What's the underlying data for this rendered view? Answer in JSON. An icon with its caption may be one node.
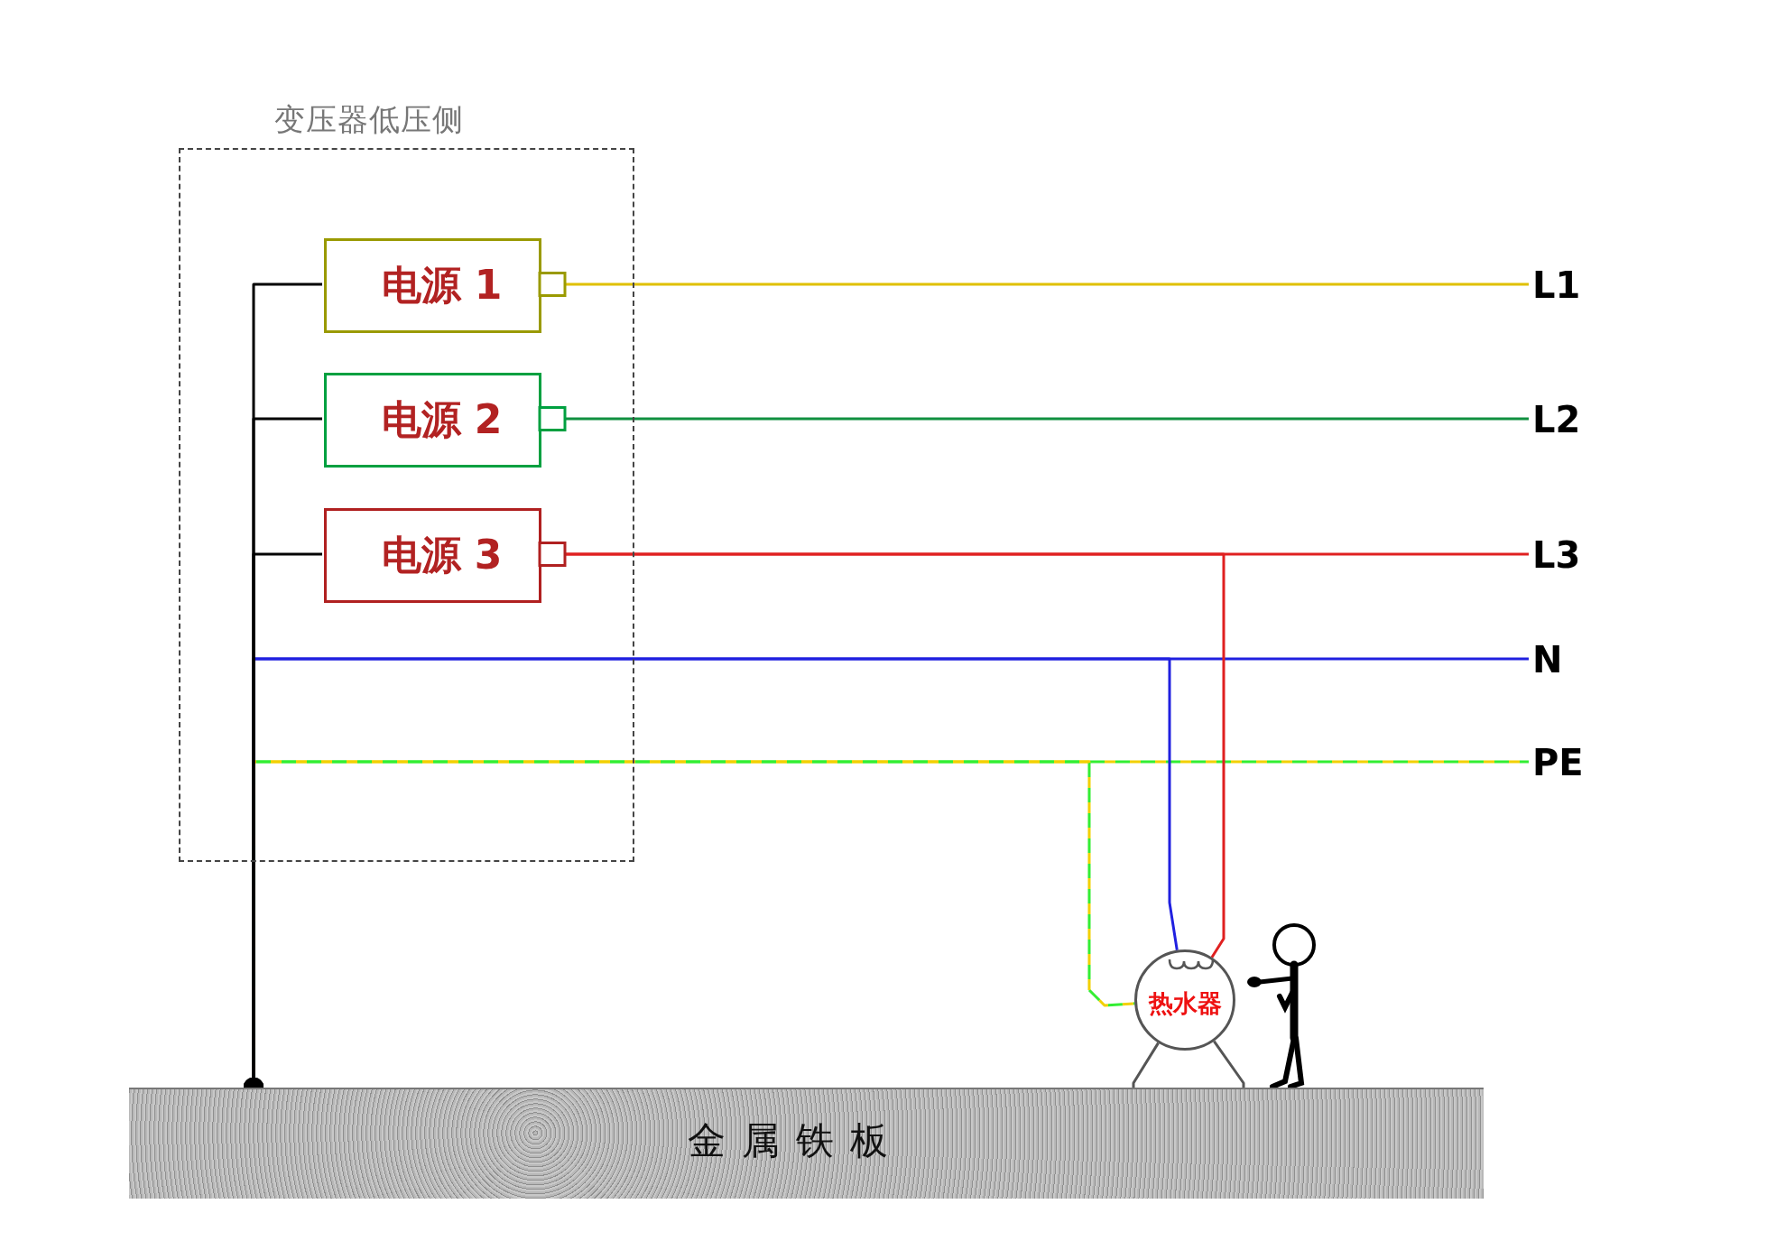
{
  "diagram": {
    "nodes": [
      {
        "text": [
          "变压器低压侧"
        ]
      },
      {
        "text": [
          "电源 1"
        ],
        "in": 0
      },
      {
        "text": [
          "电源 2"
        ],
        "in": 0
      },
      {
        "text": [
          "电源 3"
        ],
        "in": 0
      },
      {
        "text": [
          "L1"
        ]
      },
      {
        "text": [
          "L2"
        ]
      },
      {
        "text": [
          "L3"
        ]
      },
      {
        "text": [
          "N"
        ]
      },
      {
        "text": [
          "PE"
        ]
      },
      {
        "text": [
          "热水器"
        ]
      },
      {
        "text": [],
        "shape": "person"
      },
      {
        "text": [
          "金属铁板"
        ]
      }
    ],
    "edges": [
      {
        "from": 1,
        "to": 4,
        "arrow": "none",
        "color": "#e0c000"
      },
      {
        "from": 2,
        "to": 5,
        "arrow": "none",
        "color": "#109040"
      },
      {
        "from": 3,
        "to": 6,
        "arrow": "none",
        "color": "#e02020"
      },
      {
        "from": 11,
        "to": 7,
        "arrow": "none",
        "color": "#2020e0"
      },
      {
        "from": 11,
        "to": 8,
        "arrow": "none",
        "style": "dashed",
        "color": "#33ee33"
      },
      {
        "from": 11,
        "to": 1,
        "arrow": "other",
        "color": "#000000"
      },
      {
        "from": 11,
        "to": 2,
        "arrow": "other",
        "color": "#000000"
      },
      {
        "from": 11,
        "to": 3,
        "arrow": "other",
        "color": "#000000"
      },
      {
        "from": 3,
        "to": 9,
        "arrow": "none",
        "color": "#e02020"
      },
      {
        "from": 11,
        "to": 9,
        "arrow": "none",
        "color": "#2020e0"
      },
      {
        "from": 11,
        "to": 9,
        "arrow": "none",
        "style": "dashed",
        "color": "#33ee33"
      },
      {
        "from": 9,
        "to": 11,
        "arrow": "none",
        "color": "#555555"
      },
      {
        "from": 9,
        "to": 11,
        "arrow": "none",
        "color": "#555555"
      }
    ]
  }
}
